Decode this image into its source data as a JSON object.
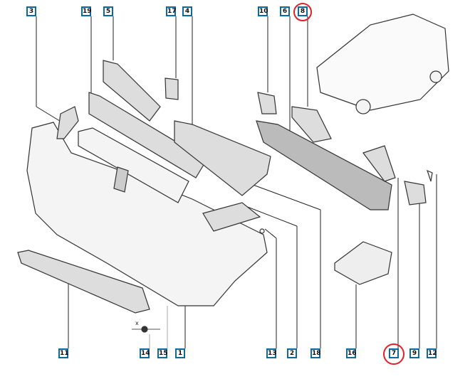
{
  "diagram": {
    "callouts_top": [
      "3",
      "19",
      "5",
      "17",
      "4",
      "10",
      "6",
      "8"
    ],
    "callouts_bottom": [
      "11",
      "14",
      "15",
      "1",
      "13",
      "2",
      "18",
      "16",
      "7",
      "9",
      "12"
    ],
    "highlighted": [
      "8",
      "7"
    ],
    "dimension_mark": "x",
    "colors": {
      "callout_border": "#0a6aa1",
      "highlight_circle": "#e0202a",
      "line": "#222222"
    }
  }
}
